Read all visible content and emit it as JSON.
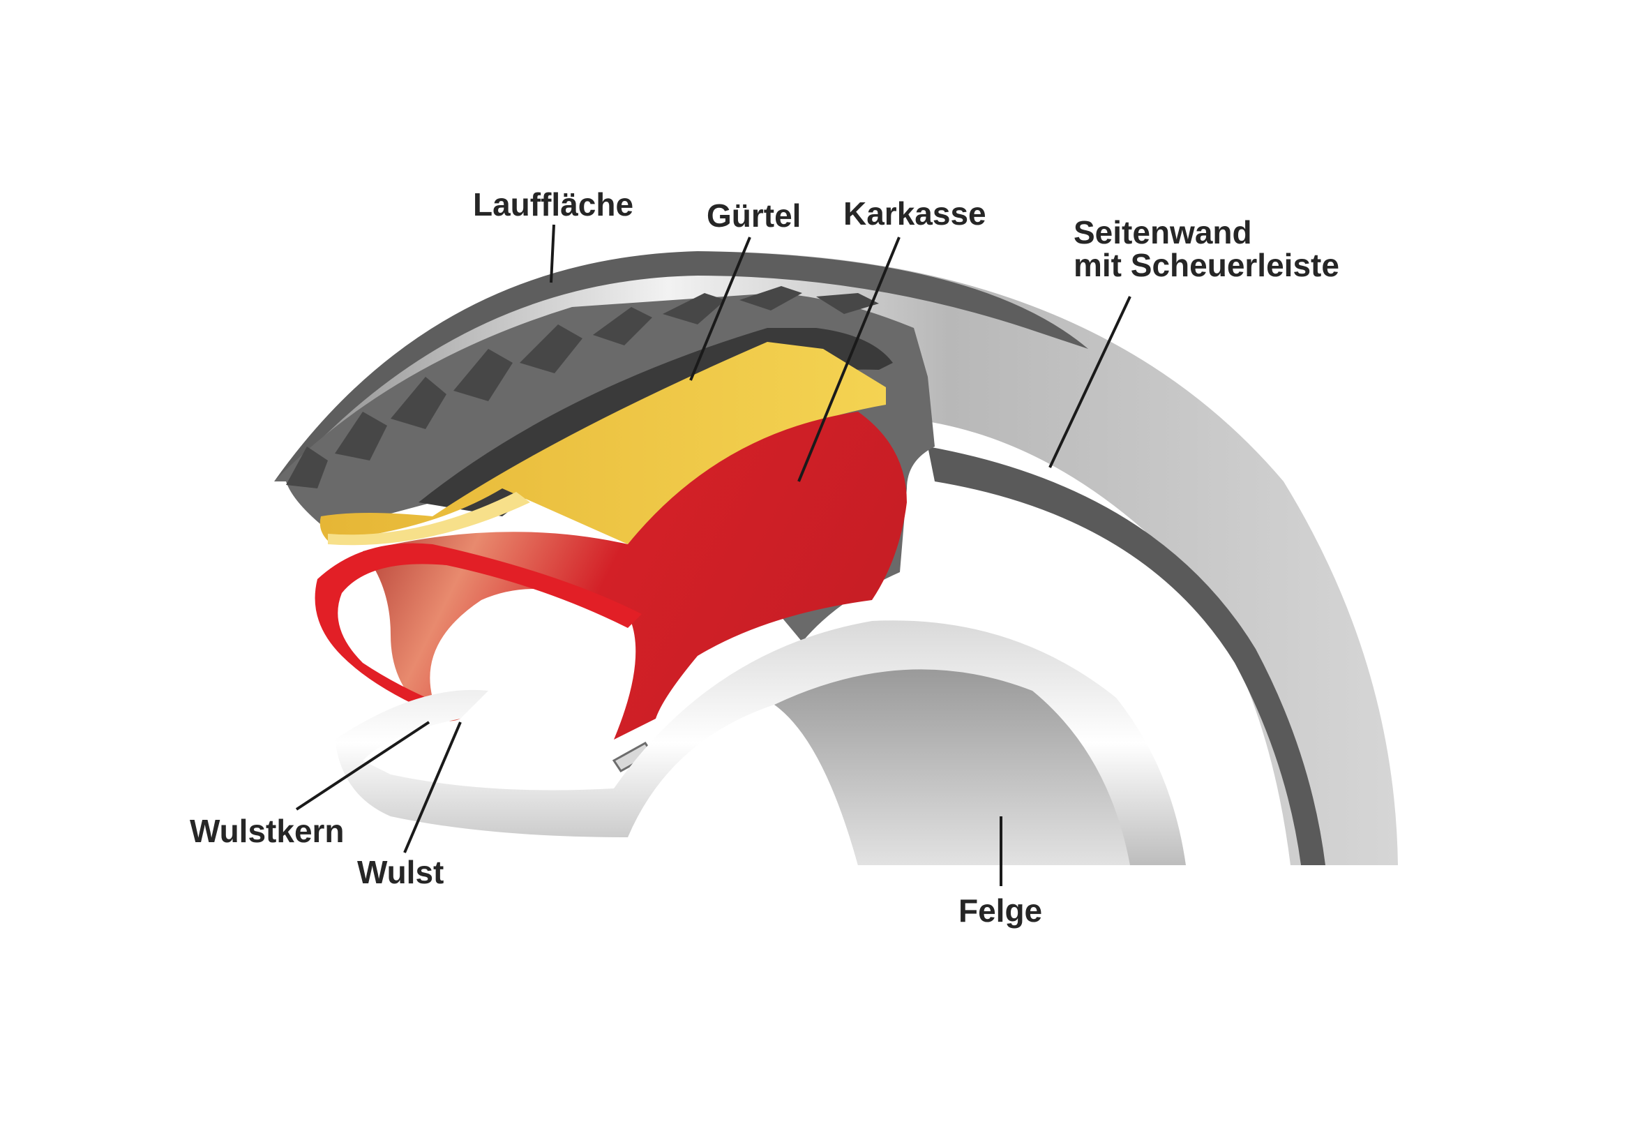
{
  "labels": {
    "lauffläche": "Lauffläche",
    "guertel": "Gürtel",
    "karkasse": "Karkasse",
    "seitenwand_line1": "Seitenwand",
    "seitenwand_line2": "mit Scheuerleiste",
    "wulstkern": "Wulstkern",
    "wulst": "Wulst",
    "felge": "Felge"
  },
  "colors": {
    "tread": "#5c5c5c",
    "tread_dark": "#3a3a3a",
    "belt": "#f0c93a",
    "carcass": "#d32027",
    "sidewall": "#bdbdbd",
    "rim": "#c8c8c8",
    "leader_line": "#1a1a1a"
  }
}
